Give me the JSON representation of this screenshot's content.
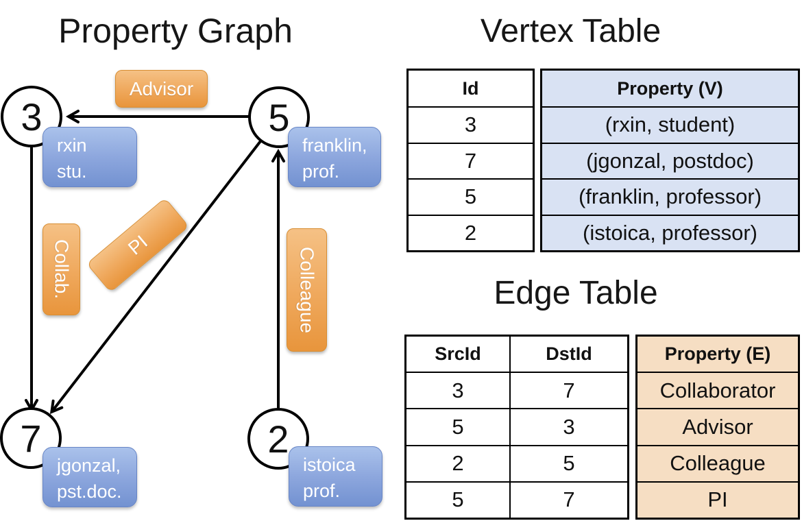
{
  "graph": {
    "title": "Property Graph",
    "vertices": {
      "v3": {
        "id": "3",
        "line1": "rxin",
        "line2": "stu."
      },
      "v5": {
        "id": "5",
        "line1": "franklin,",
        "line2": "prof."
      },
      "v7": {
        "id": "7",
        "line1": "jgonzal,",
        "line2": "pst.doc."
      },
      "v2": {
        "id": "2",
        "line1": "istoica",
        "line2": "prof."
      }
    },
    "edge_labels": {
      "advisor": "Advisor",
      "collab": "Collab.",
      "pi": "PI",
      "colleague": "Colleague"
    }
  },
  "vertex_table": {
    "title": "Vertex Table",
    "col_id": "Id",
    "col_property": "Property (V)",
    "rows": [
      {
        "id": "3",
        "property": "(rxin, student)"
      },
      {
        "id": "7",
        "property": "(jgonzal, postdoc)"
      },
      {
        "id": "5",
        "property": "(franklin, professor)"
      },
      {
        "id": "2",
        "property": "(istoica, professor)"
      }
    ]
  },
  "edge_table": {
    "title": "Edge Table",
    "col_src": "SrcId",
    "col_dst": "DstId",
    "col_property": "Property (E)",
    "rows": [
      {
        "src": "3",
        "dst": "7",
        "property": "Collaborator"
      },
      {
        "src": "5",
        "dst": "3",
        "property": "Advisor"
      },
      {
        "src": "2",
        "dst": "5",
        "property": "Colleague"
      },
      {
        "src": "5",
        "dst": "7",
        "property": "PI"
      }
    ]
  },
  "colors": {
    "edge_label_orange": "#EFA85C",
    "vertex_label_blue": "#8CA6DD",
    "vertex_table_property_bg": "#D9E2F3",
    "edge_table_property_bg": "#F6DEC3",
    "table_border": "#000000",
    "arrow": "#000000"
  }
}
